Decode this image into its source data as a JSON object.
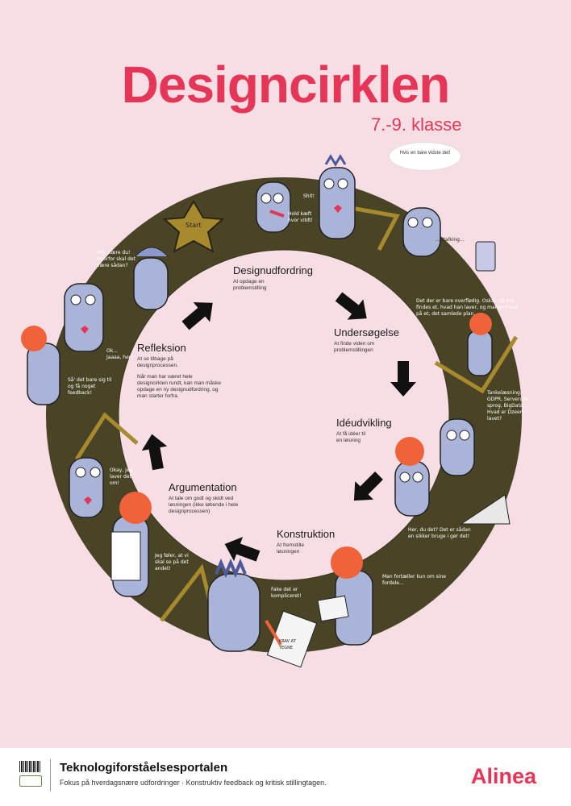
{
  "title": "Designcirklen",
  "subtitle": "7.-9. klasse",
  "colors": {
    "accent": "#e63657",
    "ring": "#4a4426",
    "background": "#f7dde4",
    "character": "#aab4d8",
    "hair": "#f0623a"
  },
  "stages": [
    {
      "title": "Designudfordring",
      "desc": "At opdage en problemstilling"
    },
    {
      "title": "Undersøgelse",
      "desc": "At finde viden om problemstillingen"
    },
    {
      "title": "Idéudvikling",
      "desc": "At få idéer til en løsning"
    },
    {
      "title": "Konstruktion",
      "desc": "At fremstille løsningen"
    },
    {
      "title": "Argumentation",
      "desc": "At tale om godt og skidt ved løsningen (ikke løbende i hele designprocessen)"
    },
    {
      "title": "Refleksion",
      "desc": "At se tilbage på designprocessen.",
      "extra": "Når man har været hele designcirklen rundt, kan man måske opdage en ny designudfordring, og man starter forfra."
    }
  ],
  "annotations": {
    "bubble": "Hvis en bare vidste det!",
    "shit": "Shit!",
    "hold_kaeft": "Hold kæft hvor vildt!",
    "star": "Start",
    "stalking": "...Stalking...",
    "research": "Det der er bare overflødig. Oskar, så må findes et, hvad han laver, og mange hvad på et, det samlede plan.",
    "email": "Hej, Kære du! Hvorfor skal det være sådan?",
    "ok": "Ok... Jaaaa, her!",
    "feedback": "Så' det bare sig til og få noget feedback!",
    "tech": "Tankelæsning, GDPR, Serverum-sprog, BigData... Hvad er Dzeem lavet?",
    "heyjep": "Her, du det? Det er sådan en sikker bruge i gør det!",
    "okay": "Okay, jeg laver det om!",
    "argue": "Jeg føler, at vi skal se på det andet!",
    "hand": "Man fortæller kun om sine fordele...",
    "fake": "Fake det er kompliceret!",
    "paper": "KRAV AT TEGNE"
  },
  "footer": {
    "title": "Teknologiforståelsesportalen",
    "subtitle": "Fokus på hverdagsnære udfordringer · Konstruktiv feedback og kritisk stillingtagen.",
    "brand": "Alinea"
  }
}
